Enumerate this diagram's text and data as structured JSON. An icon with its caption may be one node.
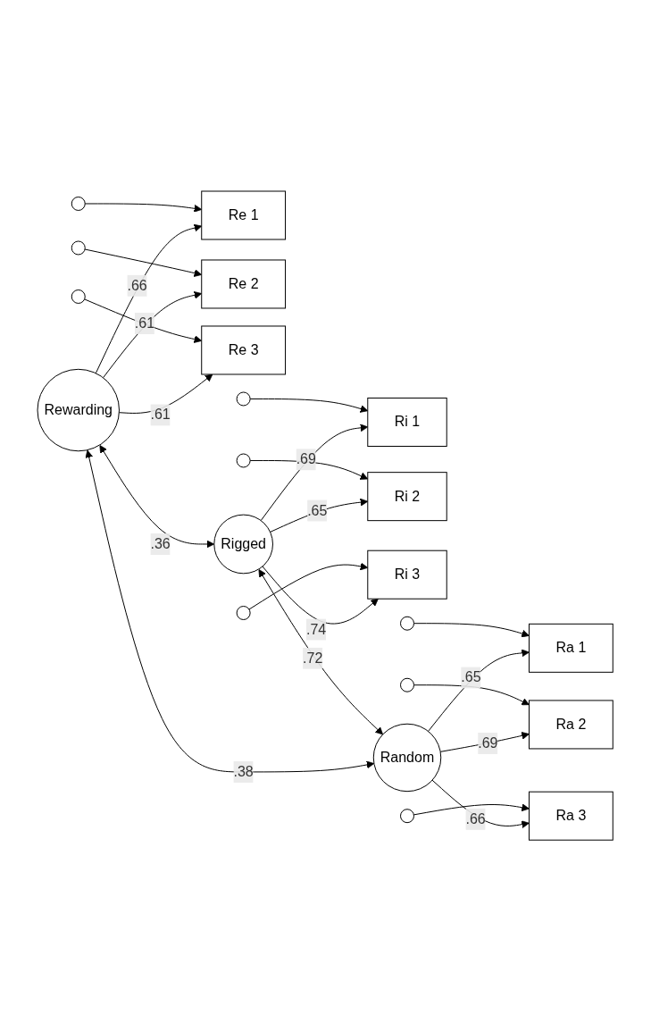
{
  "diagram": {
    "nodes": [
      {
        "text": [
          "Re 1"
        ]
      },
      {
        "text": [
          "Re 2"
        ]
      },
      {
        "text": [
          "Re 3"
        ]
      },
      {
        "text": [
          "Ri 1"
        ]
      },
      {
        "text": [
          "Ri 2"
        ]
      },
      {
        "text": [
          "Ri 3"
        ]
      },
      {
        "text": [
          "Ra 1"
        ]
      },
      {
        "text": [
          "Ra 2"
        ]
      },
      {
        "text": [
          "Ra 3"
        ]
      },
      {
        "text": [
          "Rewarding"
        ]
      },
      {
        "text": [
          "Rigged"
        ]
      },
      {
        "text": [
          "Random"
        ]
      },
      {
        "text": [],
        "shape": "circle"
      },
      {
        "text": [],
        "shape": "circle"
      },
      {
        "text": [],
        "shape": "circle"
      },
      {
        "text": [],
        "shape": "circle"
      },
      {
        "text": [],
        "shape": "circle"
      },
      {
        "text": [],
        "shape": "circle"
      },
      {
        "text": [],
        "shape": "circle"
      },
      {
        "text": [],
        "shape": "circle"
      },
      {
        "text": [],
        "shape": "circle"
      }
    ],
    "edges": [
      {
        "from": 12,
        "to": 0,
        "arrow": "to"
      },
      {
        "from": 13,
        "to": 1,
        "arrow": "to"
      },
      {
        "from": 14,
        "to": 2,
        "arrow": "to"
      },
      {
        "from": 15,
        "to": 3,
        "arrow": "to"
      },
      {
        "from": 16,
        "to": 4,
        "arrow": "to"
      },
      {
        "from": 17,
        "to": 5,
        "arrow": "to"
      },
      {
        "from": 18,
        "to": 6,
        "arrow": "to"
      },
      {
        "from": 19,
        "to": 7,
        "arrow": "to"
      },
      {
        "from": 20,
        "to": 8,
        "arrow": "to"
      },
      {
        "from": 9,
        "to": 0,
        "arrow": "to",
        "label": ".66"
      },
      {
        "from": 9,
        "to": 1,
        "arrow": "to",
        "label": ".61"
      },
      {
        "from": 9,
        "to": 2,
        "arrow": "to",
        "label": ".61"
      },
      {
        "from": 10,
        "to": 3,
        "arrow": "to",
        "label": ".69"
      },
      {
        "from": 10,
        "to": 4,
        "arrow": "to",
        "label": ".65"
      },
      {
        "from": 10,
        "to": 5,
        "arrow": "to",
        "label": ".74"
      },
      {
        "from": 11,
        "to": 6,
        "arrow": "to",
        "label": ".65"
      },
      {
        "from": 11,
        "to": 7,
        "arrow": "to",
        "label": ".69"
      },
      {
        "from": 11,
        "to": 8,
        "arrow": "to",
        "label": ".66"
      },
      {
        "from": 9,
        "to": 10,
        "arrow": "both",
        "label": ".36"
      },
      {
        "from": 10,
        "to": 11,
        "arrow": "both",
        "label": ".72"
      },
      {
        "from": 9,
        "to": 11,
        "arrow": "both",
        "label": ".38"
      }
    ]
  }
}
